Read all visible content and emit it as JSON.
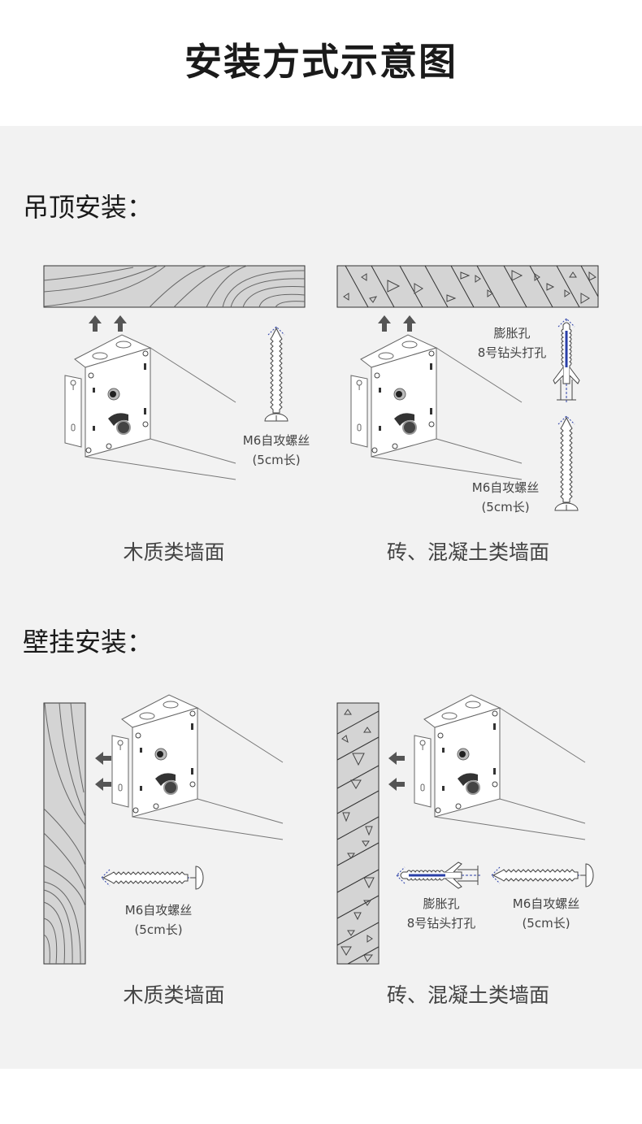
{
  "title": "安装方式示意图",
  "sections": [
    {
      "heading": "吊顶安装：",
      "panels": [
        {
          "caption": "木质类墙面",
          "screw_label": "M6自攻螺丝",
          "screw_length": "(5cm长)"
        },
        {
          "caption": "砖、混凝土类墙面",
          "anchor_label": "膨胀孔",
          "anchor_drill": "8号钻头打孔",
          "screw_label": "M6自攻螺丝",
          "screw_length": "(5cm长)"
        }
      ]
    },
    {
      "heading": "壁挂安装：",
      "panels": [
        {
          "caption": "木质类墙面",
          "screw_label": "M6自攻螺丝",
          "screw_length": "(5cm长)"
        },
        {
          "caption": "砖、混凝土类墙面",
          "anchor_label": "膨胀孔",
          "anchor_drill": "8号钻头打孔",
          "screw_label": "M6自攻螺丝",
          "screw_length": "(5cm长)"
        }
      ]
    }
  ],
  "colors": {
    "wall": "#d4d4d4",
    "arrow": "#555555",
    "guide": "#2a3fa8",
    "panel": "#f2f2f2"
  }
}
